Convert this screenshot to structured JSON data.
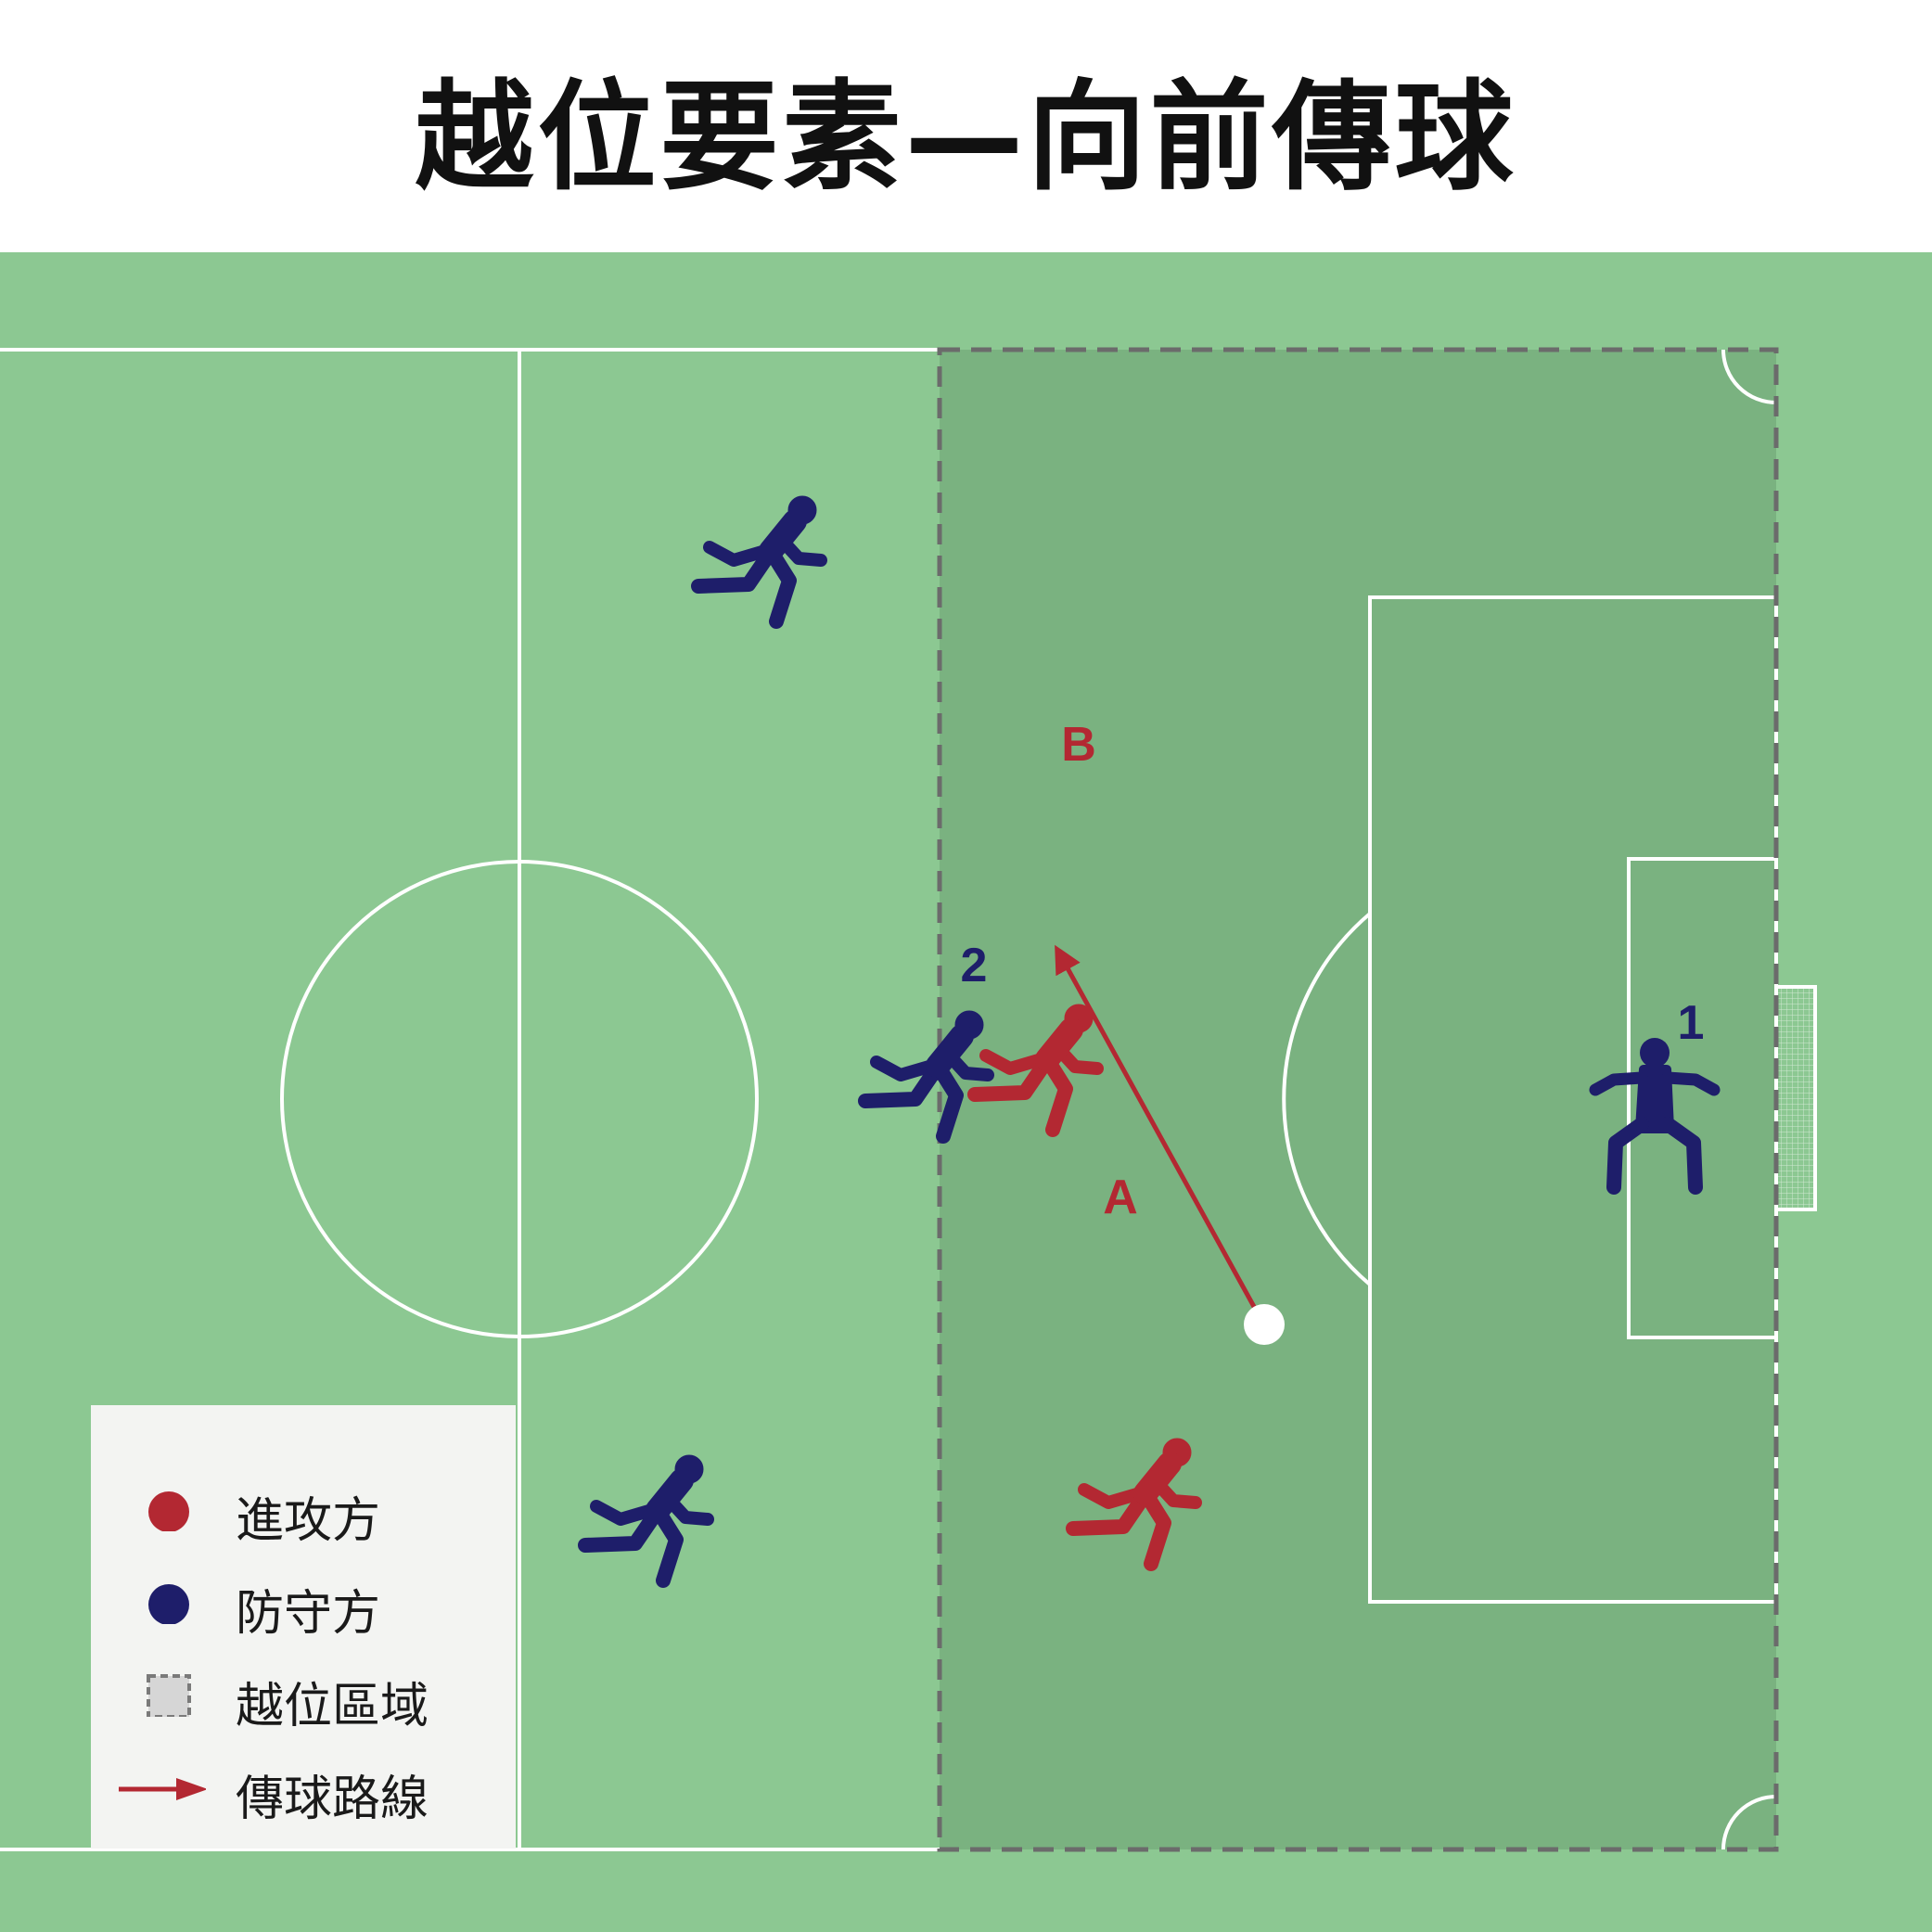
{
  "title": "越位要素—向前傳球",
  "colors": {
    "pitch": "#8cc892",
    "line": "#ffffff",
    "offside_zone": "#74ab7a",
    "attack": "#b32832",
    "defense": "#1e1e6a",
    "zone_border": "#6b6b6b",
    "legend_bg": "#f3f4f2"
  },
  "players": {
    "attacker_b_label": "B",
    "attacker_a_label": "A",
    "defender_2_label": "2",
    "goalkeeper_1_label": "1"
  },
  "legend": {
    "items": [
      {
        "label": "進攻方",
        "icon": "red-dot"
      },
      {
        "label": "防守方",
        "icon": "navy-dot"
      },
      {
        "label": "越位區域",
        "icon": "dashed-square"
      },
      {
        "label": "傳球路線",
        "icon": "red-arrow"
      }
    ]
  }
}
